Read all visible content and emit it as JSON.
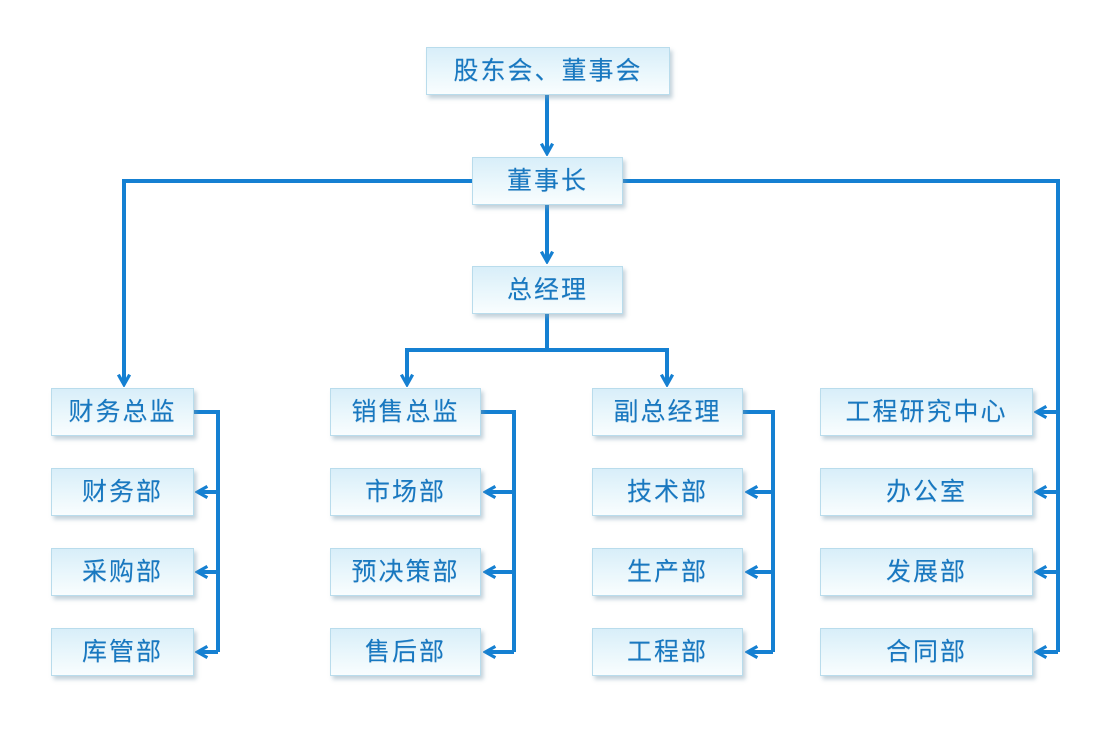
{
  "colors": {
    "connector": "#1580d2",
    "text": "#1878c0",
    "box_border": "#b9dcec",
    "box_top": "#d8eef9",
    "box_mid": "#eaf7fc",
    "box_bottom": "#f9fdfe",
    "page_bg": "#ffffff"
  },
  "nodes": {
    "shareholders": "股东会、董事会",
    "chairman": "董事长",
    "general_manager": "总经理"
  },
  "columns": [
    {
      "head": "财务总监",
      "children": [
        "财务部",
        "采购部",
        "库管部"
      ]
    },
    {
      "head": "销售总监",
      "children": [
        "市场部",
        "预决策部",
        "售后部"
      ]
    },
    {
      "head": "副总经理",
      "children": [
        "技术部",
        "生产部",
        "工程部"
      ]
    },
    {
      "head": "工程研究中心",
      "children": [
        "办公室",
        "发展部",
        "合同部"
      ]
    }
  ],
  "hierarchy_note": {
    "root": "股东会、董事会",
    "root_reports": "董事长",
    "chairman_reports": [
      "总经理",
      "财务总监",
      "工程研究中心"
    ],
    "general_manager_reports": [
      "销售总监",
      "副总经理"
    ]
  }
}
